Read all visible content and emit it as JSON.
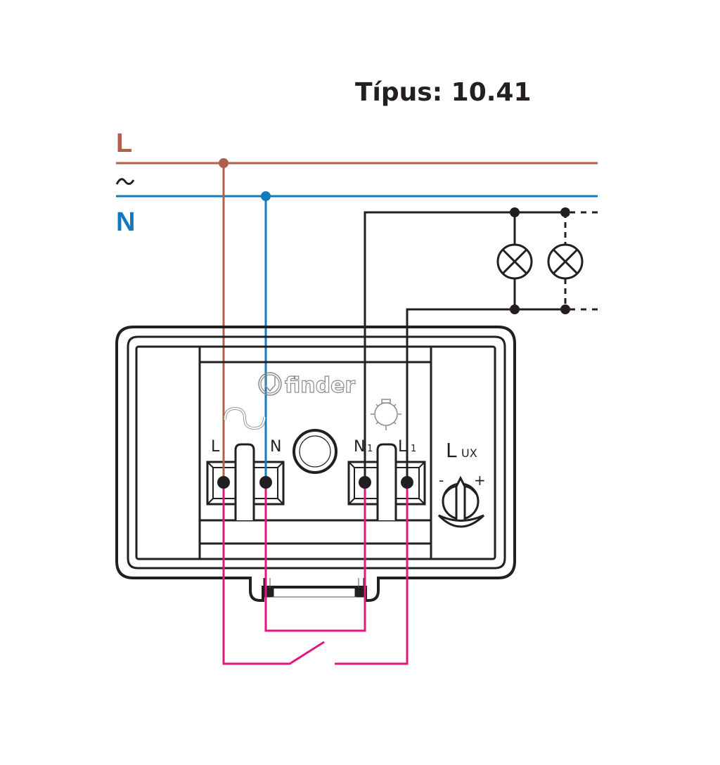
{
  "title": "Típus: 10.41",
  "bus": {
    "line_label": "L",
    "tilde_label": "~",
    "neutral_label": "N"
  },
  "colors": {
    "line": "#b0604a",
    "neutral": "#1279c1",
    "control": "#e2177d",
    "load": "#231f20",
    "outline": "#231f20"
  },
  "device": {
    "brand": "finder",
    "terminals": [
      {
        "label": "L",
        "sub": ""
      },
      {
        "label": "N",
        "sub": ""
      },
      {
        "label": "N",
        "sub": "1"
      },
      {
        "label": "L",
        "sub": "1"
      }
    ],
    "lux": {
      "main": "L",
      "sub": "UX",
      "minus": "-",
      "plus": "+"
    },
    "icons": [
      "ac-supply-icon",
      "light-sensor-window-icon",
      "sun-icon",
      "lux-adjust-knob-icon",
      "finder-logo-icon"
    ]
  },
  "loads": [
    {
      "name": "lamp-1",
      "style": "solid"
    },
    {
      "name": "lamp-2",
      "style": "dashed"
    }
  ],
  "switch": {
    "type": "normally-open"
  }
}
